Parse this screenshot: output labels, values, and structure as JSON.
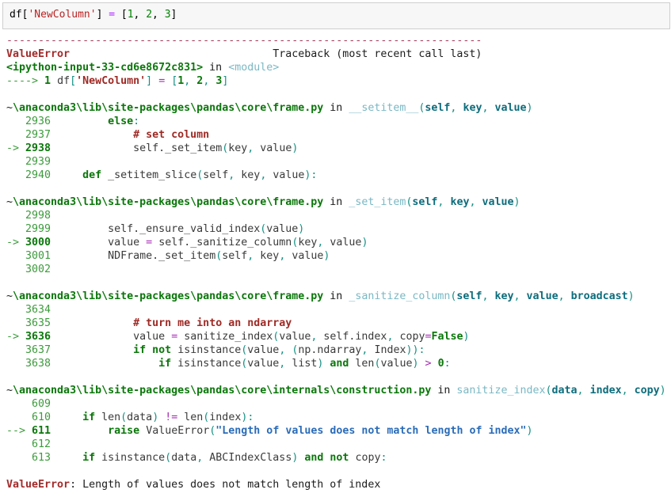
{
  "palette": {
    "rb": {
      "color": "#a32b2b",
      "bold": true
    },
    "sep": {
      "color": "#a13c5c",
      "bold": false
    },
    "mb": {
      "color": "#9e2a25",
      "bold": true
    },
    "g": {
      "color": "#3c9b3c",
      "bold": false
    },
    "gb": {
      "color": "#0b770b",
      "bold": true
    },
    "cy": {
      "color": "#7ab8c4",
      "bold": false
    },
    "t": {
      "color": "#149083",
      "bold": false
    },
    "ta": {
      "color": "#0d6d7c",
      "bold": true
    },
    "pu": {
      "color": "#a72bb5",
      "bold": false
    },
    "bb": {
      "color": "#2b6cb8",
      "bold": true
    },
    "id": {
      "color": "#3a3a3a",
      "bold": false
    },
    "cmstr": {
      "color": "#ba2121",
      "bold": false
    },
    "cmnum": {
      "color": "#008000",
      "bold": false
    },
    "cmop": {
      "color": "#aa22ff",
      "bold": false
    }
  },
  "input_cell": {
    "background": "#f7f7f7",
    "border": "#cfcfcf",
    "tokens": [
      [
        "df"
      ],
      [
        "["
      ],
      [
        "'NewColumn'",
        "cmstr"
      ],
      [
        "]"
      ],
      [
        " "
      ],
      [
        "=",
        "cmop"
      ],
      [
        " ["
      ],
      [
        "1",
        "cmnum"
      ],
      [
        ", "
      ],
      [
        "2",
        "cmnum"
      ],
      [
        ", "
      ],
      [
        "3",
        "cmnum"
      ],
      [
        "]"
      ]
    ]
  },
  "traceback": {
    "error_type": "ValueError",
    "error_message": "Length of values does not match length of index",
    "lines": [
      {
        "name": "separator-line",
        "tokens": [
          [
            "---------------------------------------------------------------------------",
            "sep"
          ]
        ]
      },
      {
        "name": "error-header-line",
        "tokens": [
          [
            "ValueError",
            "rb"
          ],
          [
            "                                "
          ],
          [
            "Traceback (most recent call last)"
          ]
        ]
      },
      {
        "name": "input-ref-line",
        "tokens": [
          [
            "<ipython-input-33-cd6e8672c831>",
            "gb"
          ],
          [
            " in "
          ],
          [
            "<module>",
            "cy"
          ]
        ]
      },
      {
        "name": "code-line-current",
        "tokens": [
          [
            "---->",
            "g"
          ],
          [
            " "
          ],
          [
            "1",
            "gb"
          ],
          [
            " "
          ],
          [
            "df",
            "id"
          ],
          [
            "[",
            "t"
          ],
          [
            "'NewColumn'",
            "mb"
          ],
          [
            "]",
            "t"
          ],
          [
            " "
          ],
          [
            "=",
            "pu"
          ],
          [
            " "
          ],
          [
            "[",
            "t"
          ],
          [
            "1",
            "gb"
          ],
          [
            ",",
            "t"
          ],
          [
            " "
          ],
          [
            "2",
            "gb"
          ],
          [
            ",",
            "t"
          ],
          [
            " "
          ],
          [
            "3",
            "gb"
          ],
          [
            "]",
            "t"
          ]
        ]
      },
      {
        "name": "blank-line",
        "tokens": []
      },
      {
        "name": "frame-header-line",
        "tokens": [
          [
            "~"
          ],
          [
            "\\anaconda3\\lib\\site-packages\\pandas\\core\\frame.py",
            "gb"
          ],
          [
            " in "
          ],
          [
            "__setitem__",
            "cy"
          ],
          [
            "(",
            "t"
          ],
          [
            "self",
            "ta"
          ],
          [
            ",",
            "t"
          ],
          [
            " "
          ],
          [
            "key",
            "ta"
          ],
          [
            ",",
            "t"
          ],
          [
            " "
          ],
          [
            "value",
            "ta"
          ],
          [
            ")",
            "t"
          ]
        ]
      },
      {
        "name": "code-line",
        "tokens": [
          [
            "   2936",
            "g"
          ],
          [
            "         "
          ],
          [
            "else",
            "gb"
          ],
          [
            ":",
            "t"
          ]
        ]
      },
      {
        "name": "code-line",
        "tokens": [
          [
            "   2937",
            "g"
          ],
          [
            "             "
          ],
          [
            "# set column",
            "mb"
          ]
        ]
      },
      {
        "name": "code-line-current",
        "tokens": [
          [
            "->",
            "g"
          ],
          [
            " "
          ],
          [
            "2938",
            "gb"
          ],
          [
            "             "
          ],
          [
            "self._set_item",
            "id"
          ],
          [
            "(",
            "t"
          ],
          [
            "key",
            "id"
          ],
          [
            ",",
            "t"
          ],
          [
            " "
          ],
          [
            "value",
            "id"
          ],
          [
            ")",
            "t"
          ]
        ]
      },
      {
        "name": "code-line",
        "tokens": [
          [
            "   2939",
            "g"
          ]
        ]
      },
      {
        "name": "code-line",
        "tokens": [
          [
            "   2940",
            "g"
          ],
          [
            "     "
          ],
          [
            "def",
            "gb"
          ],
          [
            " "
          ],
          [
            "_setitem_slice",
            "id"
          ],
          [
            "(",
            "t"
          ],
          [
            "self",
            "id"
          ],
          [
            ",",
            "t"
          ],
          [
            " "
          ],
          [
            "key",
            "id"
          ],
          [
            ",",
            "t"
          ],
          [
            " "
          ],
          [
            "value",
            "id"
          ],
          [
            "):",
            "t"
          ]
        ]
      },
      {
        "name": "blank-line",
        "tokens": []
      },
      {
        "name": "frame-header-line",
        "tokens": [
          [
            "~"
          ],
          [
            "\\anaconda3\\lib\\site-packages\\pandas\\core\\frame.py",
            "gb"
          ],
          [
            " in "
          ],
          [
            "_set_item",
            "cy"
          ],
          [
            "(",
            "t"
          ],
          [
            "self",
            "ta"
          ],
          [
            ",",
            "t"
          ],
          [
            " "
          ],
          [
            "key",
            "ta"
          ],
          [
            ",",
            "t"
          ],
          [
            " "
          ],
          [
            "value",
            "ta"
          ],
          [
            ")",
            "t"
          ]
        ]
      },
      {
        "name": "code-line",
        "tokens": [
          [
            "   2998",
            "g"
          ]
        ]
      },
      {
        "name": "code-line",
        "tokens": [
          [
            "   2999",
            "g"
          ],
          [
            "         "
          ],
          [
            "self._ensure_valid_index",
            "id"
          ],
          [
            "(",
            "t"
          ],
          [
            "value",
            "id"
          ],
          [
            ")",
            "t"
          ]
        ]
      },
      {
        "name": "code-line-current",
        "tokens": [
          [
            "->",
            "g"
          ],
          [
            " "
          ],
          [
            "3000",
            "gb"
          ],
          [
            "         "
          ],
          [
            "value",
            "id"
          ],
          [
            " "
          ],
          [
            "=",
            "pu"
          ],
          [
            " "
          ],
          [
            "self._sanitize_column",
            "id"
          ],
          [
            "(",
            "t"
          ],
          [
            "key",
            "id"
          ],
          [
            ",",
            "t"
          ],
          [
            " "
          ],
          [
            "value",
            "id"
          ],
          [
            ")",
            "t"
          ]
        ]
      },
      {
        "name": "code-line",
        "tokens": [
          [
            "   3001",
            "g"
          ],
          [
            "         "
          ],
          [
            "NDFrame._set_item",
            "id"
          ],
          [
            "(",
            "t"
          ],
          [
            "self",
            "id"
          ],
          [
            ",",
            "t"
          ],
          [
            " "
          ],
          [
            "key",
            "id"
          ],
          [
            ",",
            "t"
          ],
          [
            " "
          ],
          [
            "value",
            "id"
          ],
          [
            ")",
            "t"
          ]
        ]
      },
      {
        "name": "code-line",
        "tokens": [
          [
            "   3002",
            "g"
          ]
        ]
      },
      {
        "name": "blank-line",
        "tokens": []
      },
      {
        "name": "frame-header-line",
        "tokens": [
          [
            "~"
          ],
          [
            "\\anaconda3\\lib\\site-packages\\pandas\\core\\frame.py",
            "gb"
          ],
          [
            " in "
          ],
          [
            "_sanitize_column",
            "cy"
          ],
          [
            "(",
            "t"
          ],
          [
            "self",
            "ta"
          ],
          [
            ",",
            "t"
          ],
          [
            " "
          ],
          [
            "key",
            "ta"
          ],
          [
            ",",
            "t"
          ],
          [
            " "
          ],
          [
            "value",
            "ta"
          ],
          [
            ",",
            "t"
          ],
          [
            " "
          ],
          [
            "broadcast",
            "ta"
          ],
          [
            ")",
            "t"
          ]
        ]
      },
      {
        "name": "code-line",
        "tokens": [
          [
            "   3634",
            "g"
          ]
        ]
      },
      {
        "name": "code-line",
        "tokens": [
          [
            "   3635",
            "g"
          ],
          [
            "             "
          ],
          [
            "# turn me into an ndarray",
            "mb"
          ]
        ]
      },
      {
        "name": "code-line-current",
        "tokens": [
          [
            "->",
            "g"
          ],
          [
            " "
          ],
          [
            "3636",
            "gb"
          ],
          [
            "             "
          ],
          [
            "value",
            "id"
          ],
          [
            " "
          ],
          [
            "=",
            "pu"
          ],
          [
            " "
          ],
          [
            "sanitize_index",
            "id"
          ],
          [
            "(",
            "t"
          ],
          [
            "value",
            "id"
          ],
          [
            ",",
            "t"
          ],
          [
            " "
          ],
          [
            "self.index",
            "id"
          ],
          [
            ",",
            "t"
          ],
          [
            " "
          ],
          [
            "copy",
            "id"
          ],
          [
            "=",
            "pu"
          ],
          [
            "False",
            "gb"
          ],
          [
            ")",
            "t"
          ]
        ]
      },
      {
        "name": "code-line",
        "tokens": [
          [
            "   3637",
            "g"
          ],
          [
            "             "
          ],
          [
            "if",
            "gb"
          ],
          [
            " "
          ],
          [
            "not",
            "gb"
          ],
          [
            " "
          ],
          [
            "isinstance",
            "id"
          ],
          [
            "(",
            "t"
          ],
          [
            "value",
            "id"
          ],
          [
            ",",
            "t"
          ],
          [
            " "
          ],
          [
            "(",
            "t"
          ],
          [
            "np.ndarray",
            "id"
          ],
          [
            ",",
            "t"
          ],
          [
            " "
          ],
          [
            "Index",
            "id"
          ],
          [
            "))",
            "t"
          ],
          [
            ":",
            "t"
          ]
        ]
      },
      {
        "name": "code-line",
        "tokens": [
          [
            "   3638",
            "g"
          ],
          [
            "                 "
          ],
          [
            "if",
            "gb"
          ],
          [
            " "
          ],
          [
            "isinstance",
            "id"
          ],
          [
            "(",
            "t"
          ],
          [
            "value",
            "id"
          ],
          [
            ",",
            "t"
          ],
          [
            " "
          ],
          [
            "list",
            "id"
          ],
          [
            ")",
            "t"
          ],
          [
            " "
          ],
          [
            "and",
            "gb"
          ],
          [
            " "
          ],
          [
            "len",
            "id"
          ],
          [
            "(",
            "t"
          ],
          [
            "value",
            "id"
          ],
          [
            ")",
            "t"
          ],
          [
            " "
          ],
          [
            ">",
            "pu"
          ],
          [
            " "
          ],
          [
            "0",
            "gb"
          ],
          [
            ":",
            "t"
          ]
        ]
      },
      {
        "name": "blank-line",
        "tokens": []
      },
      {
        "name": "frame-header-line",
        "tokens": [
          [
            "~"
          ],
          [
            "\\anaconda3\\lib\\site-packages\\pandas\\core\\internals\\construction.py",
            "gb"
          ],
          [
            " in "
          ],
          [
            "sanitize_index",
            "cy"
          ],
          [
            "(",
            "t"
          ],
          [
            "data",
            "ta"
          ],
          [
            ",",
            "t"
          ],
          [
            " "
          ],
          [
            "index",
            "ta"
          ],
          [
            ",",
            "t"
          ],
          [
            " "
          ],
          [
            "copy",
            "ta"
          ],
          [
            ")",
            "t"
          ]
        ]
      },
      {
        "name": "code-line",
        "tokens": [
          [
            "    609",
            "g"
          ]
        ]
      },
      {
        "name": "code-line",
        "tokens": [
          [
            "    610",
            "g"
          ],
          [
            "     "
          ],
          [
            "if",
            "gb"
          ],
          [
            " "
          ],
          [
            "len",
            "id"
          ],
          [
            "(",
            "t"
          ],
          [
            "data",
            "id"
          ],
          [
            ")",
            "t"
          ],
          [
            " "
          ],
          [
            "!=",
            "pu"
          ],
          [
            " "
          ],
          [
            "len",
            "id"
          ],
          [
            "(",
            "t"
          ],
          [
            "index",
            "id"
          ],
          [
            "):",
            "t"
          ]
        ]
      },
      {
        "name": "code-line-current",
        "tokens": [
          [
            "-->",
            "g"
          ],
          [
            " "
          ],
          [
            "611",
            "gb"
          ],
          [
            "         "
          ],
          [
            "raise",
            "gb"
          ],
          [
            " "
          ],
          [
            "ValueError",
            "id"
          ],
          [
            "(",
            "t"
          ],
          [
            "\"Length of values does not match length of index\"",
            "bb"
          ],
          [
            ")",
            "t"
          ]
        ]
      },
      {
        "name": "code-line",
        "tokens": [
          [
            "    612",
            "g"
          ]
        ]
      },
      {
        "name": "code-line",
        "tokens": [
          [
            "    613",
            "g"
          ],
          [
            "     "
          ],
          [
            "if",
            "gb"
          ],
          [
            " "
          ],
          [
            "isinstance",
            "id"
          ],
          [
            "(",
            "t"
          ],
          [
            "data",
            "id"
          ],
          [
            ",",
            "t"
          ],
          [
            " "
          ],
          [
            "ABCIndexClass",
            "id"
          ],
          [
            ")",
            "t"
          ],
          [
            " "
          ],
          [
            "and",
            "gb"
          ],
          [
            " "
          ],
          [
            "not",
            "gb"
          ],
          [
            " "
          ],
          [
            "copy",
            "id"
          ],
          [
            ":",
            "t"
          ]
        ]
      },
      {
        "name": "blank-line",
        "tokens": []
      },
      {
        "name": "error-message-line",
        "tokens": [
          [
            "ValueError",
            "rb"
          ],
          [
            ": Length of values does not match length of index"
          ]
        ]
      }
    ]
  }
}
